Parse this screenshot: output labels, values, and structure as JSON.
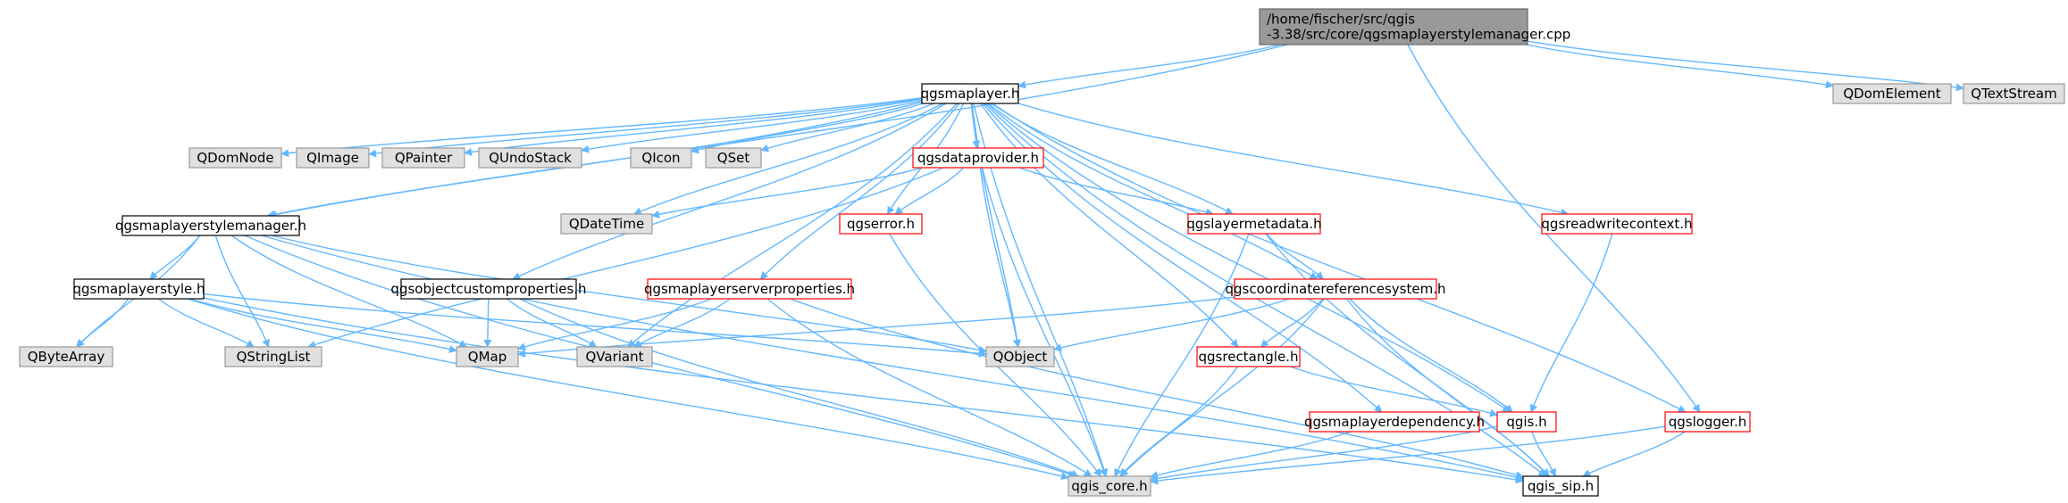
{
  "colors": {
    "edge": "#63b8ff",
    "root_fill": "#999999",
    "root_stroke": "#666666",
    "file_fill": "#ffffff",
    "file_stroke": "#000000",
    "external_fill": "#e0e0e0",
    "external_stroke": "#999999",
    "truncated_stroke": "#ff0000"
  },
  "legend_meaning": {
    "root": "file being documented",
    "file": "included header",
    "external": "external / Qt header",
    "truncated": "header with further includes not shown"
  },
  "nodes": [
    {
      "id": "root",
      "kind": "root",
      "lines": [
        "/home/fischer/src/qgis",
        "-3.38/src/core/qgsmaplayerstylemanager.cpp"
      ]
    },
    {
      "id": "qgsmaplayer_h",
      "kind": "file",
      "lines": [
        "qgsmaplayer.h"
      ]
    },
    {
      "id": "QDomElement",
      "kind": "external",
      "lines": [
        "QDomElement"
      ]
    },
    {
      "id": "QTextStream",
      "kind": "external",
      "lines": [
        "QTextStream"
      ]
    },
    {
      "id": "QDomNode",
      "kind": "external",
      "lines": [
        "QDomNode"
      ]
    },
    {
      "id": "QImage",
      "kind": "external",
      "lines": [
        "QImage"
      ]
    },
    {
      "id": "QPainter",
      "kind": "external",
      "lines": [
        "QPainter"
      ]
    },
    {
      "id": "QUndoStack",
      "kind": "external",
      "lines": [
        "QUndoStack"
      ]
    },
    {
      "id": "QIcon",
      "kind": "external",
      "lines": [
        "QIcon"
      ]
    },
    {
      "id": "QSet",
      "kind": "external",
      "lines": [
        "QSet"
      ]
    },
    {
      "id": "qgsdataprovider_h",
      "kind": "truncated",
      "lines": [
        "qgsdataprovider.h"
      ]
    },
    {
      "id": "qgsmaplayerstylemanager_h",
      "kind": "file",
      "lines": [
        "qgsmaplayerstylemanager.h"
      ]
    },
    {
      "id": "QDateTime",
      "kind": "external",
      "lines": [
        "QDateTime"
      ]
    },
    {
      "id": "qgserror_h",
      "kind": "truncated",
      "lines": [
        "qgserror.h"
      ]
    },
    {
      "id": "qgslayermetadata_h",
      "kind": "truncated",
      "lines": [
        "qgslayermetadata.h"
      ]
    },
    {
      "id": "qgsreadwritecontext_h",
      "kind": "truncated",
      "lines": [
        "qgsreadwritecontext.h"
      ]
    },
    {
      "id": "qgsmaplayerstyle_h",
      "kind": "file",
      "lines": [
        "qgsmaplayerstyle.h"
      ]
    },
    {
      "id": "qgsobjectcustomproperties_h",
      "kind": "file",
      "lines": [
        "qgsobjectcustomproperties.h"
      ]
    },
    {
      "id": "qgsmaplayerserverproperties_h",
      "kind": "truncated",
      "lines": [
        "qgsmaplayerserverproperties.h"
      ]
    },
    {
      "id": "qgscoordinatereferencesystem_h",
      "kind": "truncated",
      "lines": [
        "qgscoordinatereferencesystem.h"
      ]
    },
    {
      "id": "QByteArray",
      "kind": "external",
      "lines": [
        "QByteArray"
      ]
    },
    {
      "id": "QStringList",
      "kind": "external",
      "lines": [
        "QStringList"
      ]
    },
    {
      "id": "QMap",
      "kind": "external",
      "lines": [
        "QMap"
      ]
    },
    {
      "id": "QVariant",
      "kind": "external",
      "lines": [
        "QVariant"
      ]
    },
    {
      "id": "QObject",
      "kind": "external",
      "lines": [
        "QObject"
      ]
    },
    {
      "id": "qgsrectangle_h",
      "kind": "truncated",
      "lines": [
        "qgsrectangle.h"
      ]
    },
    {
      "id": "qgsmaplayerdependency_h",
      "kind": "truncated",
      "lines": [
        "qgsmaplayerdependency.h"
      ]
    },
    {
      "id": "qgis_h",
      "kind": "truncated",
      "lines": [
        "qgis.h"
      ]
    },
    {
      "id": "qgslogger_h",
      "kind": "truncated",
      "lines": [
        "qgslogger.h"
      ]
    },
    {
      "id": "qgis_core_h",
      "kind": "external",
      "lines": [
        "qgis_core.h"
      ]
    },
    {
      "id": "qgis_sip_h",
      "kind": "file",
      "lines": [
        "qgis_sip.h"
      ]
    }
  ],
  "edges": [
    [
      "root",
      "qgsmaplayer_h"
    ],
    [
      "root",
      "qgsmaplayerstylemanager_h"
    ],
    [
      "root",
      "QDomElement"
    ],
    [
      "root",
      "QTextStream"
    ],
    [
      "root",
      "qgslogger_h"
    ],
    [
      "qgsmaplayer_h",
      "QDomNode"
    ],
    [
      "qgsmaplayer_h",
      "QImage"
    ],
    [
      "qgsmaplayer_h",
      "QPainter"
    ],
    [
      "qgsmaplayer_h",
      "QUndoStack"
    ],
    [
      "qgsmaplayer_h",
      "QIcon"
    ],
    [
      "qgsmaplayer_h",
      "QSet"
    ],
    [
      "qgsmaplayer_h",
      "qgsdataprovider_h"
    ],
    [
      "qgsmaplayer_h",
      "QDateTime"
    ],
    [
      "qgsmaplayer_h",
      "qgserror_h"
    ],
    [
      "qgsmaplayer_h",
      "qgslayermetadata_h"
    ],
    [
      "qgsmaplayer_h",
      "qgsreadwritecontext_h"
    ],
    [
      "qgsmaplayer_h",
      "qgsobjectcustomproperties_h"
    ],
    [
      "qgsmaplayer_h",
      "qgsmaplayerserverproperties_h"
    ],
    [
      "qgsmaplayer_h",
      "qgscoordinatereferencesystem_h"
    ],
    [
      "qgsmaplayer_h",
      "QVariant"
    ],
    [
      "qgsmaplayer_h",
      "QObject"
    ],
    [
      "qgsmaplayer_h",
      "qgsrectangle_h"
    ],
    [
      "qgsmaplayer_h",
      "qgsmaplayerdependency_h"
    ],
    [
      "qgsmaplayer_h",
      "qgis_h"
    ],
    [
      "qgsmaplayer_h",
      "qgslogger_h"
    ],
    [
      "qgsmaplayer_h",
      "qgis_core_h"
    ],
    [
      "qgsmaplayer_h",
      "qgis_sip_h"
    ],
    [
      "qgsmaplayer_h",
      "qgsmaplayerstylemanager_h"
    ],
    [
      "qgsdataprovider_h",
      "QDateTime"
    ],
    [
      "qgsdataprovider_h",
      "qgserror_h"
    ],
    [
      "qgsdataprovider_h",
      "qgslayermetadata_h"
    ],
    [
      "qgsdataprovider_h",
      "QObject"
    ],
    [
      "qgsdataprovider_h",
      "QStringList"
    ],
    [
      "qgsdataprovider_h",
      "qgis_core_h"
    ],
    [
      "qgsmaplayerstylemanager_h",
      "qgsmaplayerstyle_h"
    ],
    [
      "qgsmaplayerstylemanager_h",
      "QByteArray"
    ],
    [
      "qgsmaplayerstylemanager_h",
      "QStringList"
    ],
    [
      "qgsmaplayerstylemanager_h",
      "QMap"
    ],
    [
      "qgsmaplayerstylemanager_h",
      "QObject"
    ],
    [
      "qgsmaplayerstylemanager_h",
      "qgis_core_h"
    ],
    [
      "qgsmaplayerstylemanager_h",
      "qgis_sip_h"
    ],
    [
      "qgserror_h",
      "qgis_core_h"
    ],
    [
      "qgslayermetadata_h",
      "qgscoordinatereferencesystem_h"
    ],
    [
      "qgslayermetadata_h",
      "qgis_core_h"
    ],
    [
      "qgslayermetadata_h",
      "qgis_sip_h"
    ],
    [
      "qgsreadwritecontext_h",
      "qgis_h"
    ],
    [
      "qgsmaplayerstyle_h",
      "QByteArray"
    ],
    [
      "qgsmaplayerstyle_h",
      "QStringList"
    ],
    [
      "qgsmaplayerstyle_h",
      "QMap"
    ],
    [
      "qgsmaplayerstyle_h",
      "QObject"
    ],
    [
      "qgsmaplayerstyle_h",
      "qgis_core_h"
    ],
    [
      "qgsmaplayerstyle_h",
      "qgis_sip_h"
    ],
    [
      "qgsobjectcustomproperties_h",
      "QMap"
    ],
    [
      "qgsobjectcustomproperties_h",
      "QVariant"
    ],
    [
      "qgsobjectcustomproperties_h",
      "qgis_core_h"
    ],
    [
      "qgsmaplayerserverproperties_h",
      "QMap"
    ],
    [
      "qgsmaplayerserverproperties_h",
      "QVariant"
    ],
    [
      "qgsmaplayerserverproperties_h",
      "qgis_core_h"
    ],
    [
      "qgsmaplayerserverproperties_h",
      "qgis_sip_h"
    ],
    [
      "qgscoordinatereferencesystem_h",
      "QMap"
    ],
    [
      "qgscoordinatereferencesystem_h",
      "QObject"
    ],
    [
      "qgscoordinatereferencesystem_h",
      "qgsrectangle_h"
    ],
    [
      "qgscoordinatereferencesystem_h",
      "qgis_h"
    ],
    [
      "qgscoordinatereferencesystem_h",
      "qgis_core_h"
    ],
    [
      "qgscoordinatereferencesystem_h",
      "qgis_sip_h"
    ],
    [
      "qgsrectangle_h",
      "qgis_h"
    ],
    [
      "qgsrectangle_h",
      "qgis_core_h"
    ],
    [
      "qgsmaplayerdependency_h",
      "qgis_core_h"
    ],
    [
      "qgis_h",
      "qgis_core_h"
    ],
    [
      "qgis_h",
      "qgis_sip_h"
    ],
    [
      "qgslogger_h",
      "qgis_core_h"
    ],
    [
      "qgslogger_h",
      "qgis_sip_h"
    ]
  ]
}
